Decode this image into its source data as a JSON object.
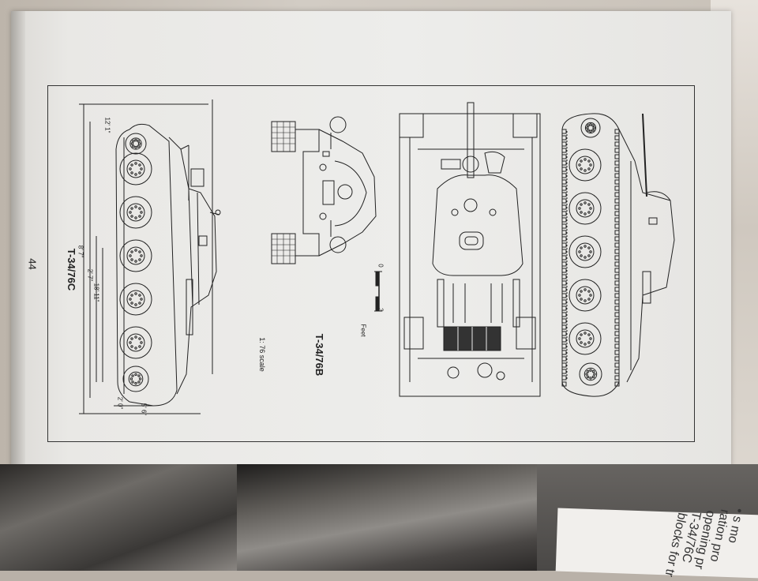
{
  "page": {
    "number": "44"
  },
  "figures": {
    "side_view": {
      "title": "T-34/76C"
    },
    "top_views": {
      "title": "T-34/76B",
      "scale": "1: 76 scale",
      "scale_bar": {
        "unit": "Feet",
        "start": "0",
        "end": "3"
      }
    }
  },
  "dimensions": [
    "12' 1\"",
    "8' 7\"",
    "2' 7\"",
    "18' 11\"",
    "2' 0\"",
    "5' 6\""
  ],
  "caption_fragments": [
    "• s mo",
    "ration pro",
    "opening pr",
    "T-34/76C",
    "blocks for tr"
  ]
}
